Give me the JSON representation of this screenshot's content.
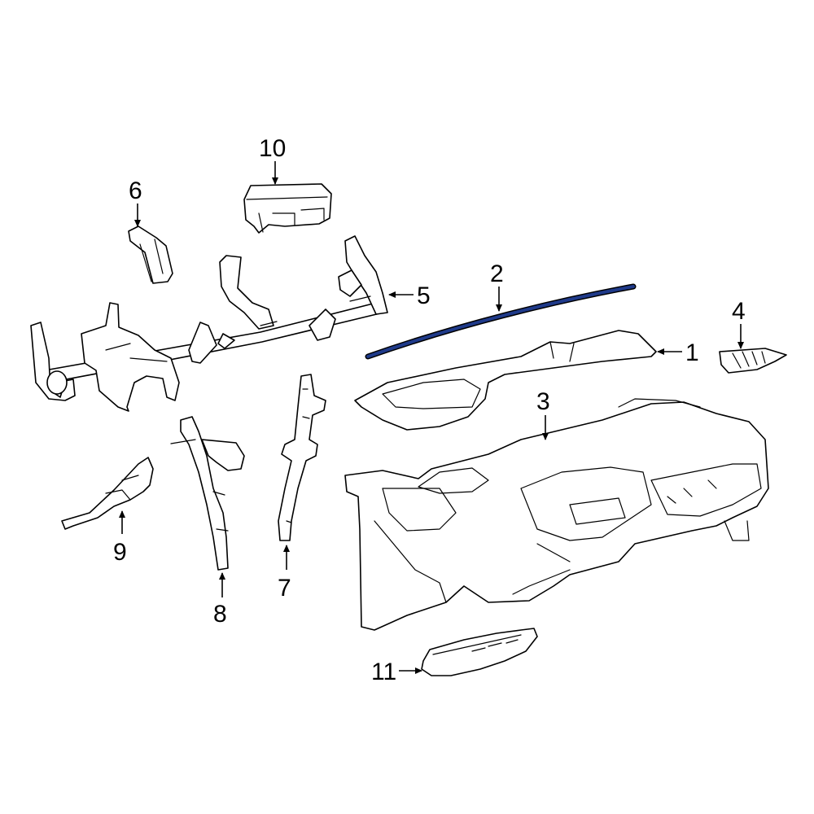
{
  "diagram": {
    "highlight_color": "#1f3a8a",
    "line_color": "#000000",
    "callouts": [
      {
        "id": "1",
        "label": "1"
      },
      {
        "id": "2",
        "label": "2"
      },
      {
        "id": "3",
        "label": "3"
      },
      {
        "id": "4",
        "label": "4"
      },
      {
        "id": "5",
        "label": "5"
      },
      {
        "id": "6",
        "label": "6"
      },
      {
        "id": "7",
        "label": "7"
      },
      {
        "id": "8",
        "label": "8"
      },
      {
        "id": "9",
        "label": "9"
      },
      {
        "id": "10",
        "label": "10"
      },
      {
        "id": "11",
        "label": "11"
      }
    ]
  }
}
